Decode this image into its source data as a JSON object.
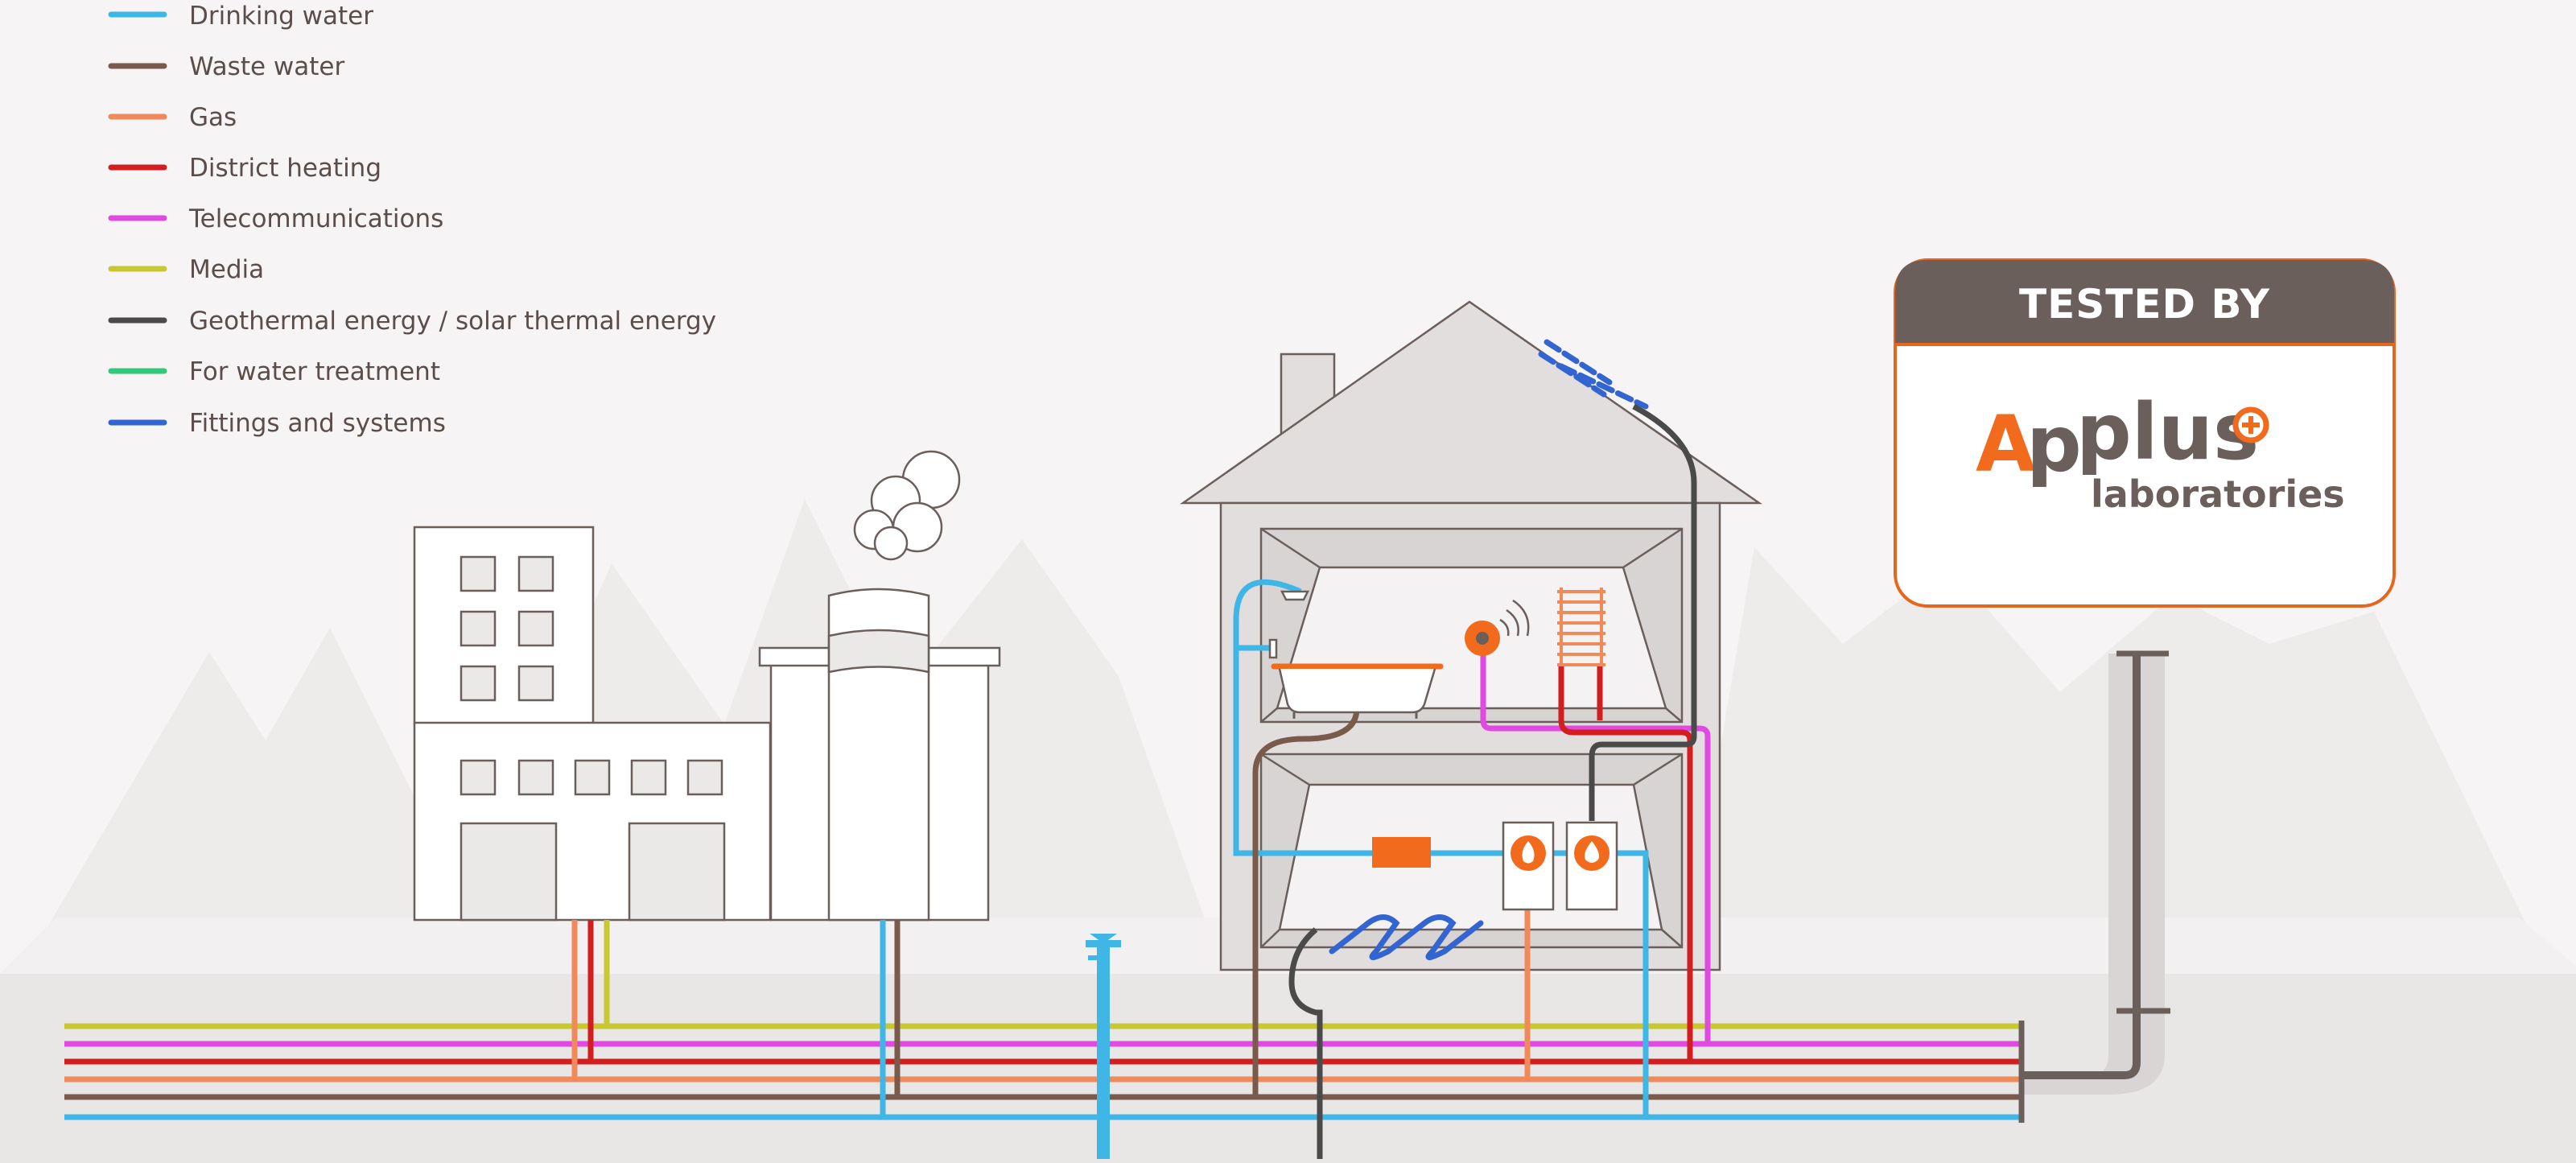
{
  "legend": {
    "items": [
      {
        "label": "Drinking water",
        "color": "#3fb6e6"
      },
      {
        "label": "Waste water",
        "color": "#7a5a4a"
      },
      {
        "label": "Gas",
        "color": "#f08a5a"
      },
      {
        "label": "District heating",
        "color": "#d21e1e"
      },
      {
        "label": "Telecommunications",
        "color": "#e04ae0"
      },
      {
        "label": "Media",
        "color": "#c8c832"
      },
      {
        "label": "Geothermal energy / solar thermal energy",
        "color": "#4a4a4a"
      },
      {
        "label": "For water treatment",
        "color": "#32c878"
      },
      {
        "label": "Fittings and systems",
        "color": "#3264d2"
      }
    ]
  },
  "badge": {
    "title": "TESTED BY",
    "logo_word_dark": "A",
    "logo_word_rest": "plus",
    "logo_p": "p",
    "logo_sub": "laboratories",
    "border_color": "#e8651e",
    "header_color": "#6b5f5c"
  },
  "colors": {
    "outline": "#6b5f5c",
    "ground": "#e7e4e4",
    "mountains": "#efecec",
    "orange": "#f26a1b",
    "house_fill": "#e2dedd"
  }
}
